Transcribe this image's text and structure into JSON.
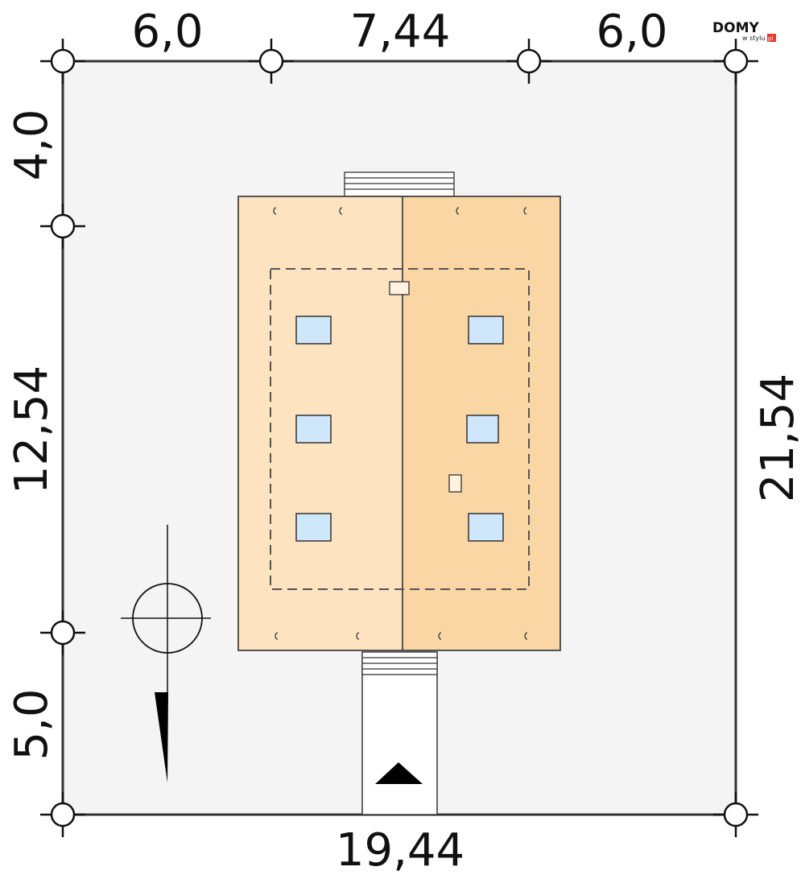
{
  "brand": {
    "name": "DOMY",
    "tagline": "w stylu",
    "suffix": "pl",
    "accent_color": "#e53a2d"
  },
  "dimensions": {
    "top": [
      "6,0",
      "7,44",
      "6,0"
    ],
    "left": [
      "4,0",
      "12,54",
      "5,0"
    ],
    "right": "21,54",
    "bottom": "19,44"
  },
  "colors": {
    "plot": "#f4f4f4",
    "roof_left": "#fde3c0",
    "roof_right": "#fad6a4",
    "window": "#cfe7fb",
    "line": "#333333"
  },
  "icons": {
    "compass": "north-compass-icon",
    "entrance": "entrance-arrow-icon"
  }
}
